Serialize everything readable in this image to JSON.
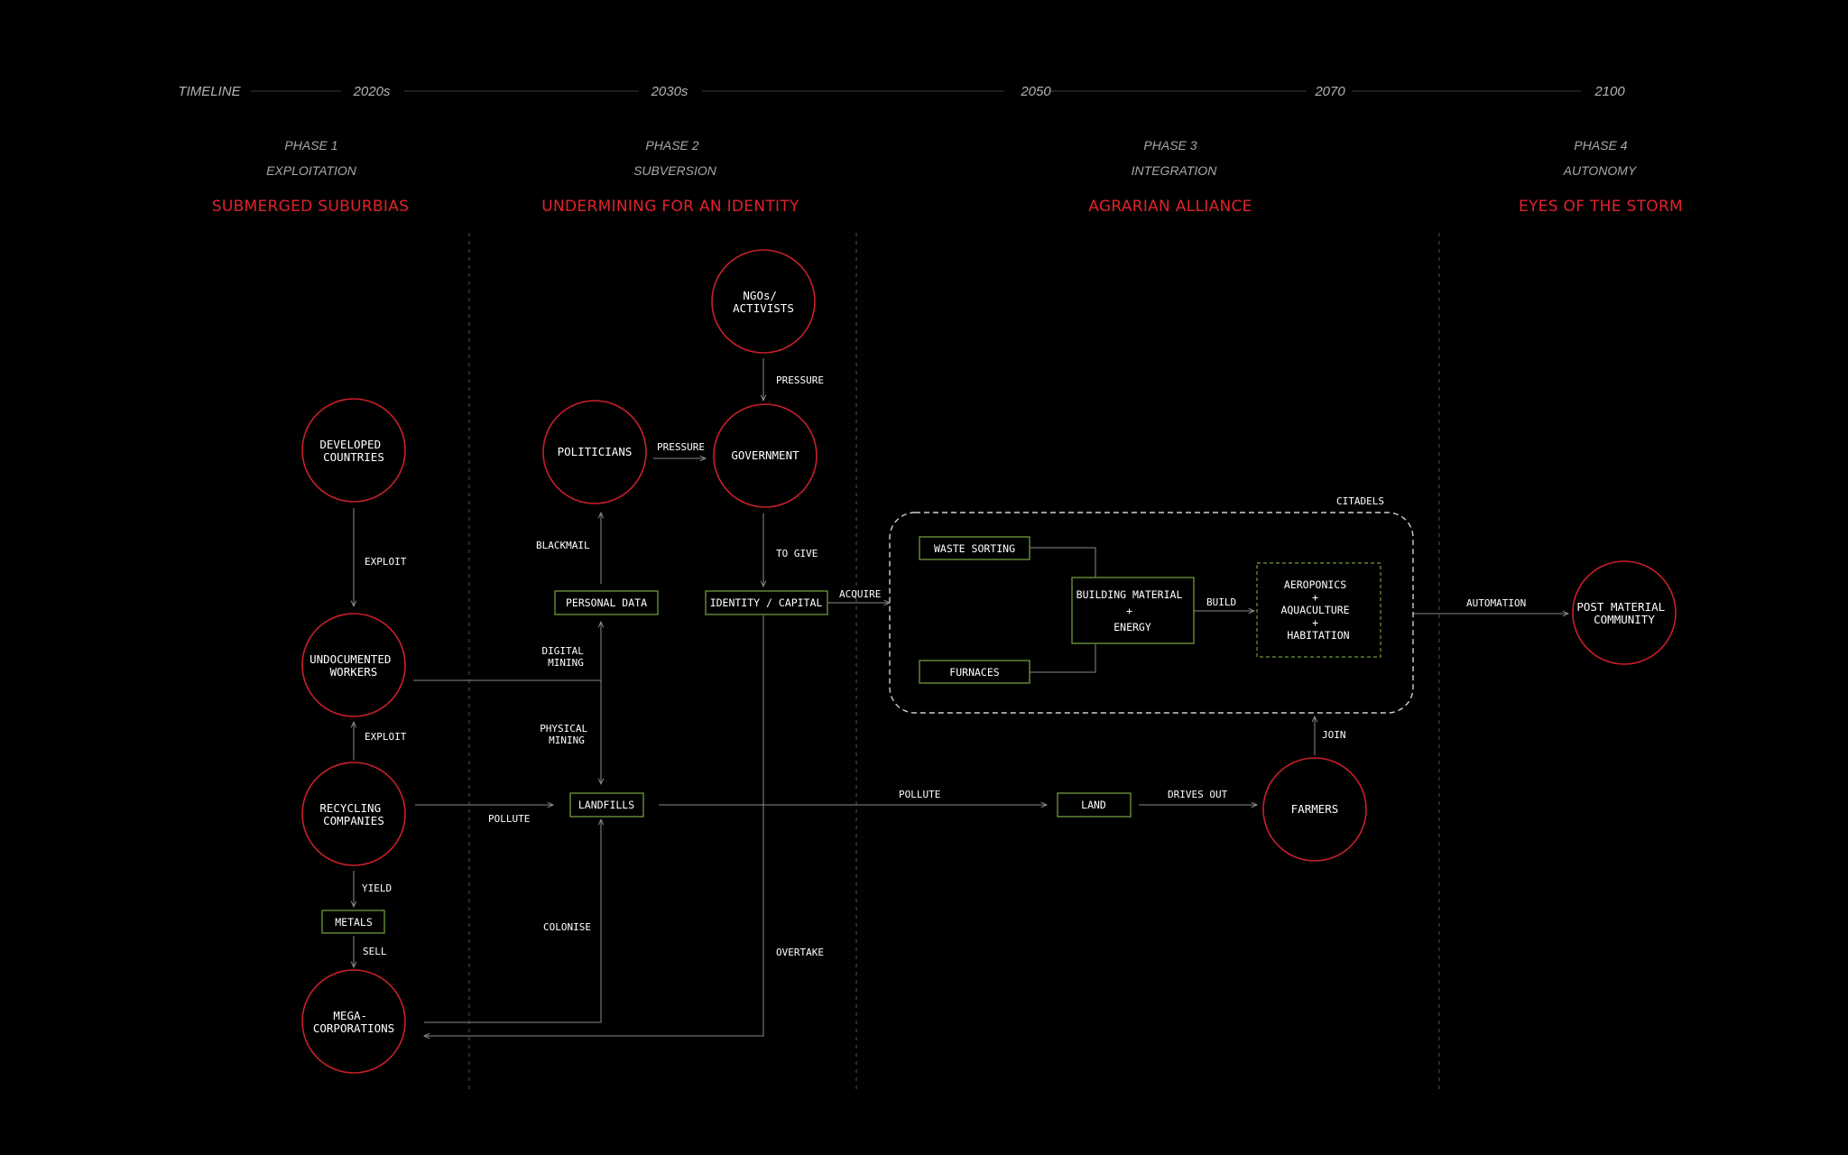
{
  "timeline": {
    "label": "TIMELINE",
    "years": [
      "2020s",
      "2030s",
      "2050",
      "2070",
      "2100"
    ]
  },
  "phases": [
    {
      "phase": "PHASE 1",
      "mode": "EXPLOITATION",
      "title": "SUBMERGED SUBURBIAS"
    },
    {
      "phase": "PHASE 2",
      "mode": "SUBVERSION",
      "title": "UNDERMINING FOR AN IDENTITY"
    },
    {
      "phase": "PHASE 3",
      "mode": "INTEGRATION",
      "title": "AGRARIAN ALLIANCE"
    },
    {
      "phase": "PHASE 4",
      "mode": "AUTONOMY",
      "title": "EYES OF THE STORM"
    }
  ],
  "nodes": {
    "developed": [
      "DEVELOPED",
      "COUNTRIES"
    ],
    "undocumented": [
      "UNDOCUMENTED",
      "WORKERS"
    ],
    "recycling": [
      "RECYCLING",
      "COMPANIES"
    ],
    "mega": [
      "MEGA-",
      "CORPORATIONS"
    ],
    "politicians": [
      "POLITICIANS"
    ],
    "ngos": [
      "NGOs/",
      "ACTIVISTS"
    ],
    "government": [
      "GOVERNMENT"
    ],
    "farmers": [
      "FARMERS"
    ],
    "post": [
      "POST MATERIAL",
      "COMMUNITY"
    ]
  },
  "boxes": {
    "metals": [
      "METALS"
    ],
    "personal_data": [
      "PERSONAL DATA"
    ],
    "identity": [
      "IDENTITY / CAPITAL"
    ],
    "landfills": [
      "LANDFILLS"
    ],
    "land": [
      "LAND"
    ],
    "waste": [
      "WASTE SORTING"
    ],
    "furnaces": [
      "FURNACES"
    ],
    "building": [
      "BUILDING MATERIAL",
      "+",
      "ENERGY"
    ],
    "aero": [
      "AEROPONICS",
      "+",
      "AQUACULTURE",
      "+",
      "HABITATION"
    ]
  },
  "labels": {
    "exploit1": [
      "EXPLOIT"
    ],
    "exploit2": [
      "EXPLOIT"
    ],
    "yield": [
      "YIELD"
    ],
    "sell": [
      "SELL"
    ],
    "pollute1": [
      "POLLUTE"
    ],
    "blackmail": [
      "BLACKMAIL"
    ],
    "digital": [
      "DIGITAL",
      "MINING"
    ],
    "physical": [
      "PHYSICAL",
      "MINING"
    ],
    "colonise": [
      "COLONISE"
    ],
    "pressure1": [
      "PRESSURE"
    ],
    "pressure2": [
      "PRESSURE"
    ],
    "togive": [
      "TO GIVE"
    ],
    "overtake": [
      "OVERTAKE"
    ],
    "acquire": [
      "ACQUIRE"
    ],
    "citadels": [
      "CITADELS"
    ],
    "build": [
      "BUILD"
    ],
    "automation": [
      "AUTOMATION"
    ],
    "pollute2": [
      "POLLUTE"
    ],
    "drives": [
      "DRIVES OUT"
    ],
    "join": [
      "JOIN"
    ]
  }
}
